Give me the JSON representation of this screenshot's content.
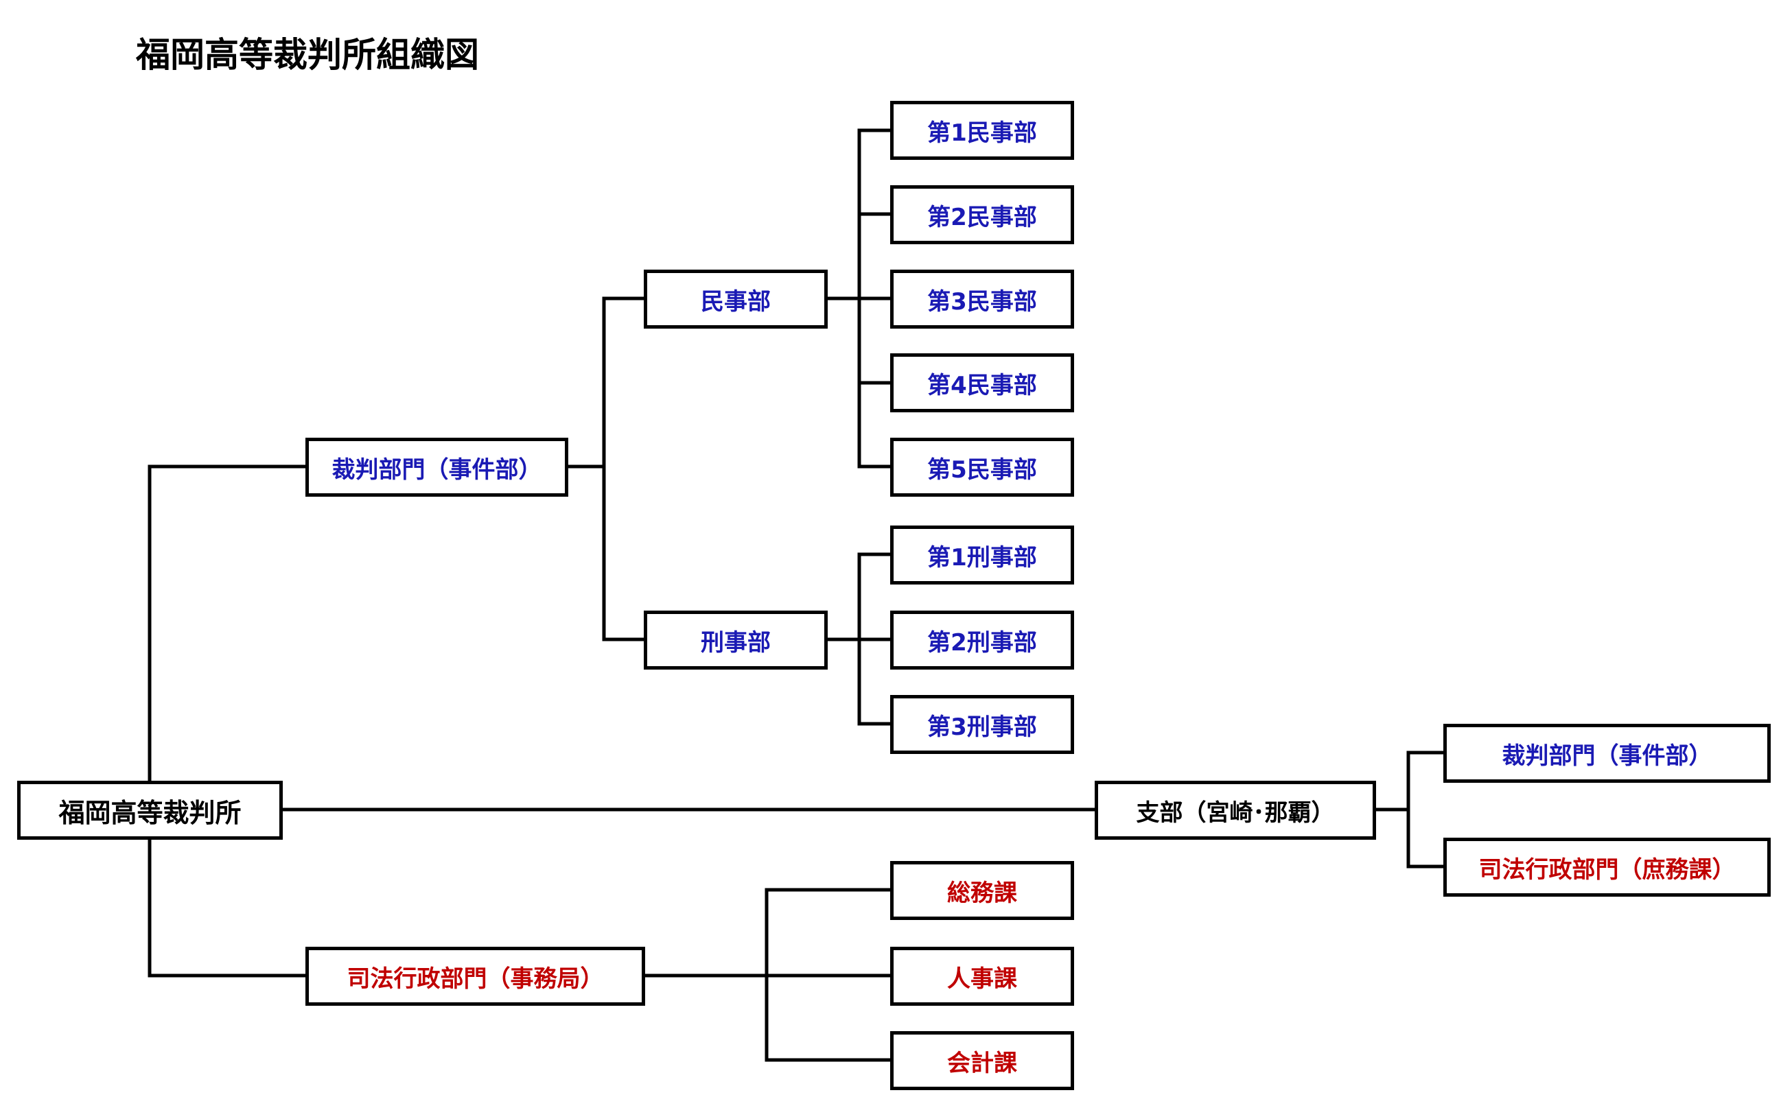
{
  "title": "福岡高等裁判所組織図",
  "colors": {
    "court": "#000000",
    "judicial": "#1a1ab4",
    "admin": "#c00000",
    "line": "#000000"
  },
  "nodes": {
    "root": "福岡高等裁判所",
    "judicial": "裁判部門（事件部）",
    "civil": "民事部",
    "criminal": "刑事部",
    "civil_1": "第1民事部",
    "civil_2": "第2民事部",
    "civil_3": "第3民事部",
    "civil_4": "第4民事部",
    "civil_5": "第5民事部",
    "criminal_1": "第1刑事部",
    "criminal_2": "第2刑事部",
    "criminal_3": "第3刑事部",
    "branch": "支部（宮崎･那覇）",
    "branch_judicial": "裁判部門（事件部）",
    "branch_admin": "司法行政部門（庶務課）",
    "admin": "司法行政部門（事務局）",
    "general_affairs": "総務課",
    "personnel": "人事課",
    "accounting": "会計課"
  }
}
